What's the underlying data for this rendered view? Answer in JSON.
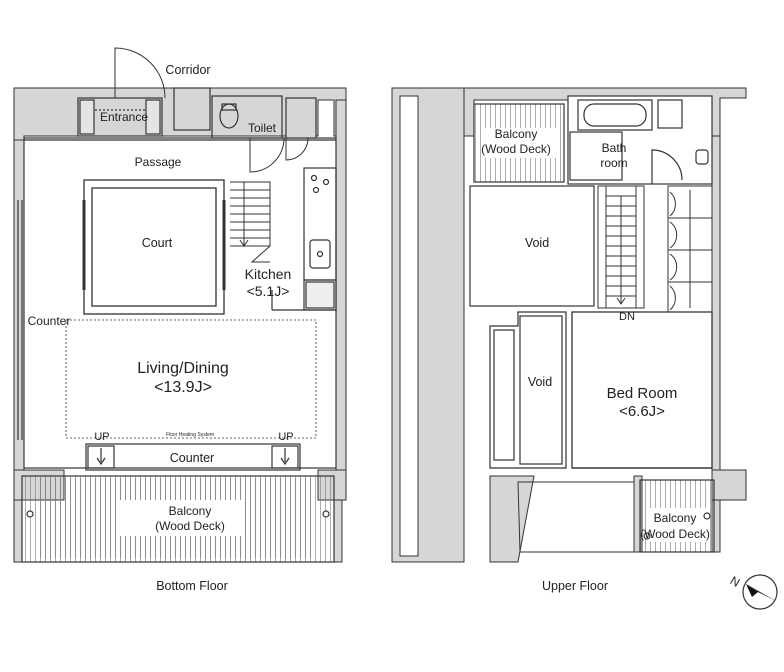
{
  "bottom_floor": {
    "caption": "Bottom Floor",
    "rooms": {
      "corridor": "Corridor",
      "entrance": "Entrance",
      "toilet": "Toilet",
      "passage": "Passage",
      "court": "Court",
      "kitchen": "Kitchen",
      "kitchen_size": "<5.1J>",
      "counter_side": "Counter",
      "living_dining": "Living/Dining",
      "living_dining_size": "<13.9J>",
      "floor_heating": "Floor Heating System",
      "up_left": "UP",
      "up_right": "UP",
      "counter_bottom": "Counter",
      "balcony": "Balcony",
      "balcony_sub": "(Wood Deck)"
    }
  },
  "upper_floor": {
    "caption": "Upper Floor",
    "rooms": {
      "balcony_top": "Balcony",
      "balcony_top_sub": "(Wood Deck)",
      "bath": "Bath",
      "bath_sub": "room",
      "void_top": "Void",
      "void_lower": "Void",
      "dn": "DN",
      "bedroom": "Bed Room",
      "bedroom_size": "<6.6J>",
      "balcony_bottom": "Balcony",
      "balcony_bottom_sub": "(Wood Deck)"
    }
  },
  "compass": {
    "label": "N"
  },
  "colors": {
    "wall": "#d6d6d6",
    "line": "#333333",
    "background": "#ffffff"
  }
}
